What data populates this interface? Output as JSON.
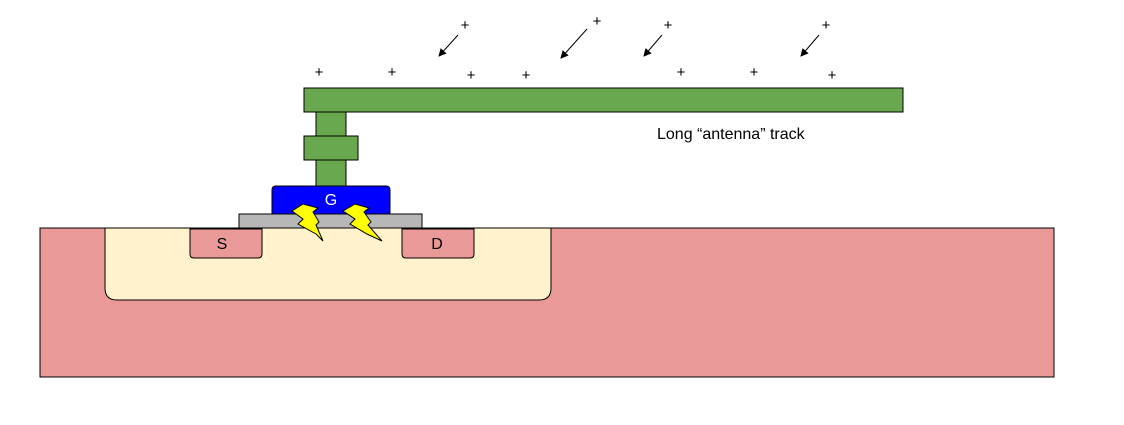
{
  "labels": {
    "gate": "G",
    "source": "S",
    "drain": "D",
    "antenna": "Long “antenna” track"
  },
  "charges": {
    "symbol": "+"
  },
  "colors": {
    "substrate": "#ea9999",
    "well": "#fff2cc",
    "source_drain": "#ea9999",
    "oxide": "#b7b7b7",
    "gate": "#0000ff",
    "metal": "#6aa84f",
    "spark": "#ffff00",
    "outline": "#000000"
  }
}
